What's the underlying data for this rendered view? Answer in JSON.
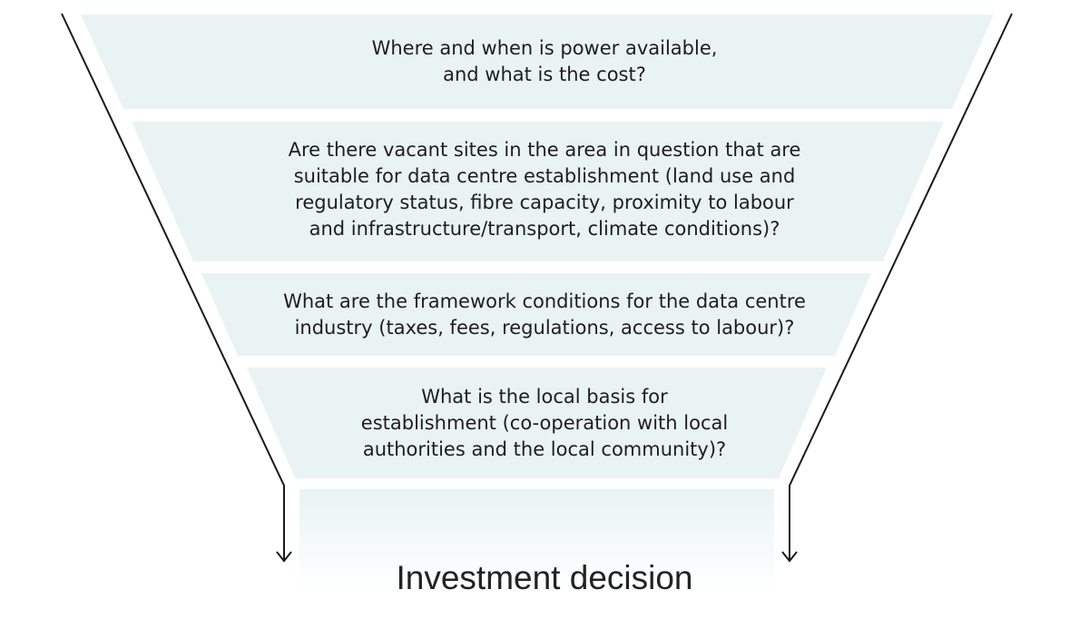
{
  "funnel": {
    "stages": [
      {
        "lines": [
          "Where and when is power available,",
          "and what is the cost?"
        ]
      },
      {
        "lines": [
          "Are there vacant sites in the area in question that are",
          "suitable for data centre establishment (land use and",
          "regulatory status, fibre capacity, proximity to labour",
          "and infrastructure/transport, climate conditions)?"
        ]
      },
      {
        "lines": [
          "What are the framework conditions for the data centre",
          "industry (taxes, fees, regulations, access to labour)?"
        ]
      },
      {
        "lines": [
          "What is the local basis for",
          "establishment (co-operation with local",
          "authorities and the local community)?"
        ]
      }
    ],
    "outcome": "Investment decision",
    "colors": {
      "band": "#e9f3f4",
      "line": "#1a1a1a"
    }
  }
}
